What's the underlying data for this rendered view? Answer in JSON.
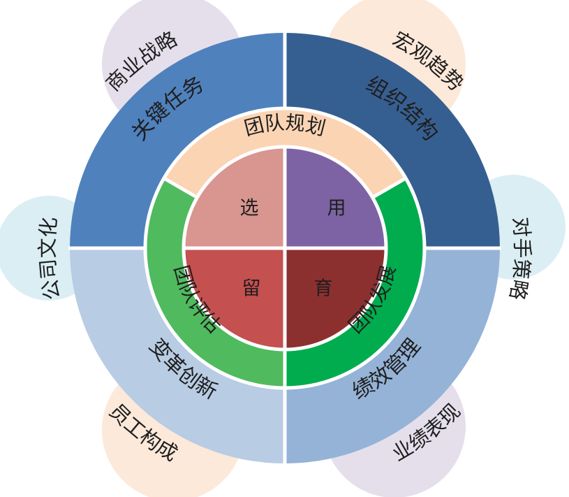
{
  "center": {
    "quadrants": [
      {
        "id": "xuan",
        "label": "选",
        "color": "#d99590"
      },
      {
        "id": "yong",
        "label": "用",
        "color": "#7d63a3"
      },
      {
        "id": "yu",
        "label": "育",
        "color": "#8c302f"
      },
      {
        "id": "liu",
        "label": "留",
        "color": "#c4504f"
      }
    ]
  },
  "middle_ring": {
    "segments": [
      {
        "id": "tuandui-guihua",
        "label": "团队规划",
        "color": "#fbd4b4"
      },
      {
        "id": "tuandui-fazhan",
        "label": "团队发展",
        "color": "#00ac4e"
      },
      {
        "id": "tuandui-pinggu",
        "label": "团队评估",
        "color": "#4fba5e"
      }
    ]
  },
  "outer_ring": {
    "segments": [
      {
        "id": "guanjian-renwu",
        "label": "关键任务",
        "color": "#4f81bd"
      },
      {
        "id": "zuzhi-jiegou",
        "label": "组织结构",
        "color": "#365f91"
      },
      {
        "id": "jixiao-guanli",
        "label": "绩效管理",
        "color": "#95b3d7"
      },
      {
        "id": "biange-chuangxin",
        "label": "变革创新",
        "color": "#b8cce4"
      }
    ]
  },
  "petals": [
    {
      "id": "shangye-zhanlue",
      "label": "商业战略",
      "color": "#e5dfec"
    },
    {
      "id": "hongguan-qushi",
      "label": "宏观趋势",
      "color": "#fde9d9"
    },
    {
      "id": "duishou-celue",
      "label": "对手策略",
      "color": "#daeef3"
    },
    {
      "id": "yeji-biaoxian",
      "label": "业绩表现",
      "color": "#e5dfec"
    },
    {
      "id": "yuangong-goucheng",
      "label": "员工构成",
      "color": "#fde9d9"
    },
    {
      "id": "gongsi-wenhua",
      "label": "公司文化",
      "color": "#daeef3"
    }
  ]
}
